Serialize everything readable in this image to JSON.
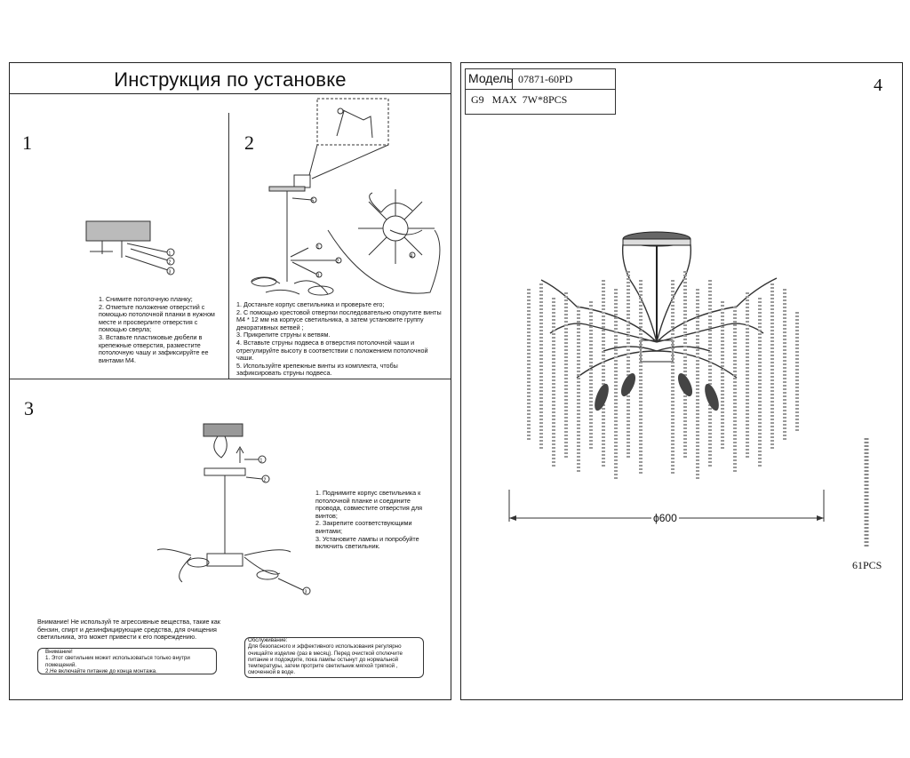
{
  "left": {
    "title": "Инструкция по установке",
    "steps": [
      {
        "num": "1",
        "callouts": [
          "1",
          "2",
          "3"
        ],
        "text": "1. Снимите потолочную планку;\n2. Отметьте положение отверстий с помощью потолочной планки в нужном месте и просверлите отверстия с помощью сверла;\n3. Вставьте пластиковые дюбели в крепежные отверстия, разместите потолочную чашу и зафиксируйте ее винтами М4."
      },
      {
        "num": "2",
        "callouts": [
          "1",
          "2",
          "3",
          "4",
          "5"
        ],
        "text": "1. Достаньте корпус светильника и проверьте его;\n2. С помощью крестовой отвертки последовательно открутите винты М4 * 12 мм на корпусе светильника, а затем установите группу декоративных ветвей ;\n3. Прикрепите струны к ветвям.\n4. Вставьте струны подвеса в отверстия потолочной чаши и отрегулируйте высоту в соответствии с положением потолочной чаши.\n5. Используйте крепежные винты из комплекта, чтобы зафиксировать струны подвеса."
      },
      {
        "num": "3",
        "callouts": [
          "1",
          "2",
          "3"
        ],
        "text": "1. Поднимите корпус светильника к потолочной планке и соедините провода, совместите отверстия для винтов;\n2. Закрепите соответствующими винтами;\n3. Установите лампы и попробуйте включить светильник."
      }
    ],
    "warning_text": "Внимание! Не используй те агрессивные вещества, такие как бензин, спирт и дезинфицирующие средства, для очищения светильника, это может привести к его повреждению.",
    "box_warning": "Внимание!\n1. Этот светильник может использоваться только внутри помещений.\n2.Не включайте питание до конца монтажа.",
    "box_service": "Обслуживание:\nДля безопасного и эффективного использования регулярно очищайте изделие (раз в месяц). Перед очисткой отключите питание и подождите, пока лампы остынут до нормальной температуры, затем протрите светильник мягкой тряпкой , смоченной в воде."
  },
  "right": {
    "page_num": "4",
    "model_label": "Модель",
    "model_value": "07871-60PD",
    "spec": "G9   MAX  7W*8PCS",
    "dimension": "ϕ600",
    "pieces": "61PCS"
  }
}
